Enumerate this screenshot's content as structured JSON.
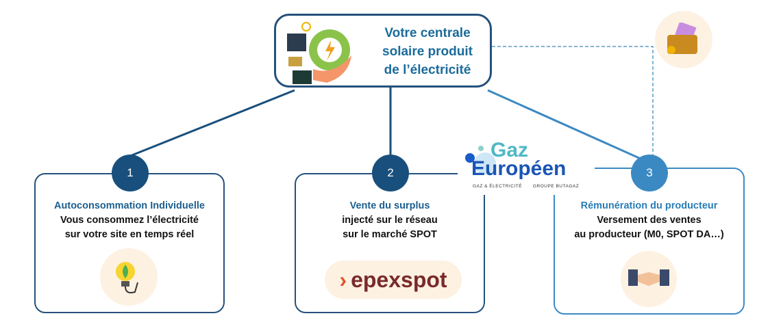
{
  "center": {
    "text": "Votre centrale\nsolaire produit\nde l’électricité"
  },
  "steps": [
    {
      "number": "1",
      "title": "Autoconsommation Individuelle",
      "line1": "Vous consommez l’électricité",
      "line2": "sur votre site en temps réel"
    },
    {
      "number": "2",
      "title": "Vente du surplus",
      "line1": "injecté sur le réseau",
      "line2": "sur le marché SPOT"
    },
    {
      "number": "3",
      "title": "Rémunération du producteur",
      "line1": "Versement des ventes",
      "line2": "au producteur (M0, SPOT DA…)"
    }
  ],
  "logos": {
    "gaz_europeen": {
      "line1": "Gaz",
      "line2": "Européen",
      "tag_left": "GAZ & ÉLECTRICITÉ",
      "tag_right": "GROUPE BUTAGAZ"
    },
    "epexspot": "epexspot"
  },
  "colors": {
    "navy": "#184f7c",
    "light_blue": "#3b89c2",
    "text_blue": "#1b6b9c"
  }
}
